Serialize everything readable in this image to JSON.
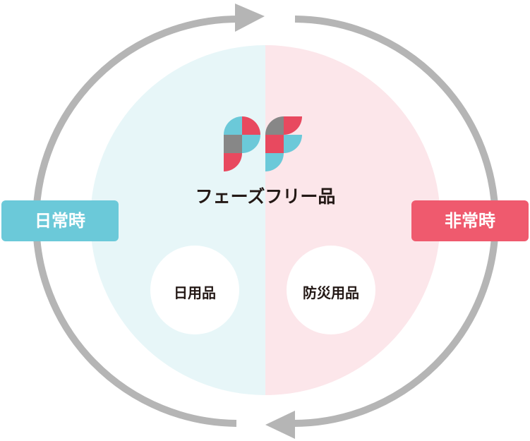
{
  "title": "フェーズフリー品",
  "left_label": "日常時",
  "right_label": "非常時",
  "left_item": "日用品",
  "right_item": "防災用品",
  "colors": {
    "cyan": "#6bc9d9",
    "red": "#e8495f",
    "gray": "#878787",
    "left_bg": "#e7f6f8",
    "right_bg": "#fce6ea",
    "arrow": "#b5b5b5",
    "badge_red": "#ef5a6e"
  }
}
